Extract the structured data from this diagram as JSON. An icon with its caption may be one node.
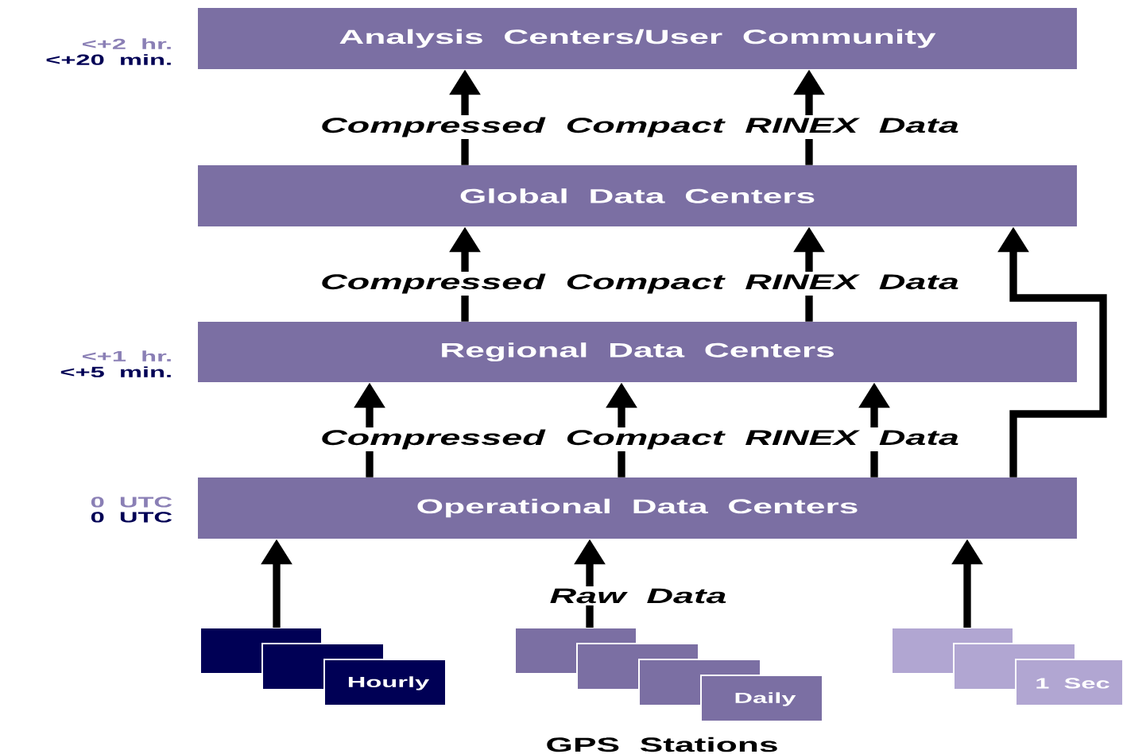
{
  "diagram": {
    "nodes": [
      {
        "text": [
          "Analysis Centers/User Community"
        ]
      },
      {
        "text": [
          "Global Data Centers"
        ]
      },
      {
        "text": [
          "Regional Data Centers"
        ]
      },
      {
        "text": [
          "Operational Data Centers"
        ]
      },
      {
        "text": [
          "Hourly"
        ]
      },
      {
        "text": [
          "Daily"
        ]
      },
      {
        "text": [
          "1 Sec"
        ]
      }
    ],
    "edges": [
      {
        "from": 1,
        "to": 0,
        "arrow": "to"
      },
      {
        "from": 1,
        "to": 0,
        "arrow": "to"
      },
      {
        "from": 2,
        "to": 1,
        "arrow": "to"
      },
      {
        "from": 2,
        "to": 1,
        "arrow": "to"
      },
      {
        "from": 3,
        "to": 1,
        "arrow": "to"
      },
      {
        "from": 3,
        "to": 2,
        "arrow": "to"
      },
      {
        "from": 3,
        "to": 2,
        "arrow": "to"
      },
      {
        "from": 3,
        "to": 2,
        "arrow": "to"
      },
      {
        "from": 4,
        "to": 3,
        "arrow": "to"
      },
      {
        "from": 5,
        "to": 3,
        "arrow": "to"
      },
      {
        "from": 6,
        "to": 3,
        "arrow": "to"
      }
    ],
    "labels": [
      "<+2 hr.",
      "<+20 min.",
      "Compressed Compact RINEX Data",
      "Compressed Compact RINEX Data",
      "<+1 hr.",
      "<+5 min.",
      "Compressed Compact RINEX Data",
      "0 UTC",
      "0 UTC",
      "Raw Data",
      "GPS Stations"
    ]
  }
}
